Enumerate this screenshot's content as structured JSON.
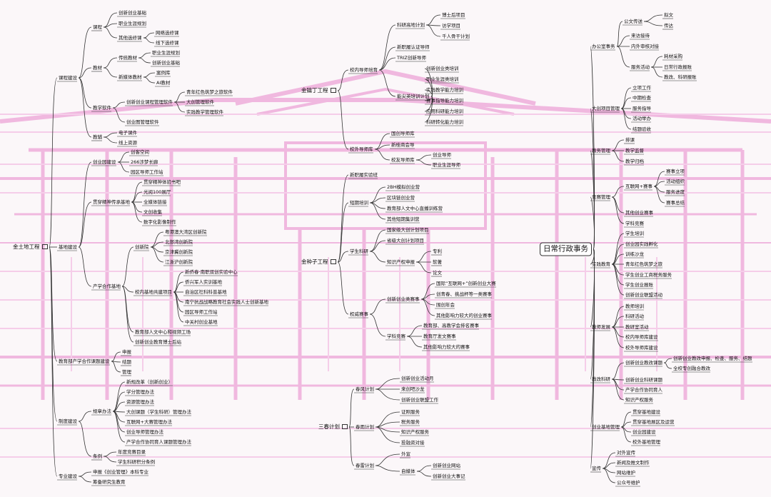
{
  "theme": {
    "line_color": "#333333",
    "watermark_color": "#f0b8df"
  },
  "icon_name": "note-icon",
  "roots": [
    {
      "id": "r1",
      "label": "金土地工程",
      "icon": true
    },
    {
      "id": "r2",
      "label": "金鑰丁工程",
      "icon": true
    },
    {
      "id": "r3",
      "label": "金种子工程",
      "icon": true
    },
    {
      "id": "r4",
      "label": "三春计划",
      "icon": true
    },
    {
      "id": "r5",
      "label": "日常行政事务",
      "box": true
    }
  ],
  "labels": {
    "r1_1": "课程建设",
    "r1_1_1": "课程",
    "r1_1_1_1": "创新创业基础",
    "r1_1_1_2": "职业生涯规划",
    "r1_1_1_3": "其他选修课",
    "r1_1_1_3_1": "网络选修课",
    "r1_1_1_3_2": "线下选修课",
    "r1_1_2": "教材",
    "r1_1_2_1": "传统教材",
    "r1_1_2_1_1": "职业生涯规划",
    "r1_1_2_1_2": "创新创业基础",
    "r1_1_2_2": "新媒体教材",
    "r1_1_2_2_1": "案例库",
    "r1_1_2_2_2": "AI教材",
    "r1_1_3": "教学软件",
    "r1_1_3_1": "创新创业课程管理软件",
    "r1_1_3_1_1": "青年红色筑梦之旅软件",
    "r1_1_3_1_2": "大创管理软件",
    "r1_1_3_1_3": "实践教学管理软件",
    "r1_1_3_2": "创业图管理软件",
    "r1_1_4": "教辅",
    "r1_1_4_1": "电子课件",
    "r1_1_4_2": "线上资源",
    "r1_2": "基地建设",
    "r1_2_1": "创业园建设",
    "r1_2_1_1": "创客空间",
    "r1_2_1_2": "266涉梦长廊",
    "r1_2_1_3": "园区导师工作站",
    "r1_2_2": "贯穿精神传承基地",
    "r1_2_2_1": "贯穿精神体验书吧",
    "r1_2_2_2": "光阅100展厅",
    "r1_2_2_3": "全媒体链接",
    "r1_2_2_4": "文创收集",
    "r1_2_2_5": "数字化影像制作",
    "r1_2_3": "产学合作基地",
    "r1_2_3_1": "创新院",
    "r1_2_3_1_1": "粤港澳大湾区创新院",
    "r1_2_3_1_2": "北部湾创新院",
    "r1_2_3_1_3": "京津冀创新院",
    "r1_2_3_1_4": "江浙沪创新院",
    "r1_2_3_2": "校内基地共建项目",
    "r1_2_3_2_1": "新侨春·南职双创实验中心",
    "r1_2_3_2_2": "侨兴军人实训基地",
    "r1_2_3_2_3": "自治区社科科普基地",
    "r1_2_3_2_4": "南宁抗战战略教育社会实践人士创新基地",
    "r1_2_3_2_5": "园区导师工作站",
    "r1_2_3_2_6": "中关村创业基地",
    "r1_2_3_3": "教育部人文中心和视频工场",
    "r1_2_3_4": "创新创业教育博士后站",
    "r1_3": "教育部产学合作课题建设",
    "r1_3_1": "申报",
    "r1_3_2": "结题",
    "r1_3_3": "管理",
    "r1_4": "制度建设",
    "r1_4_1": "规章办法",
    "r1_4_1_1": "新规改革（创新创业）",
    "r1_4_1_2": "学分管理办法",
    "r1_4_1_3": "资源管理办法",
    "r1_4_1_4": "大创课题（学生科研）管理办法",
    "r1_4_1_5": "互联网+大赛管理办法",
    "r1_4_1_6": "创业导师管理办法",
    "r1_4_1_7": "产学合作协同育人课题管理办法",
    "r1_4_2": "条例",
    "r1_4_2_1": "年度竞赛目录",
    "r1_4_2_2": "学生科研积分条例",
    "r1_5": "专业建设",
    "r1_5_1": "申报《创业管理》本科专业",
    "r1_5_2": "筹备研究生教育",
    "r2_1": "校内导师培育",
    "r2_1_1": "科研高地计划",
    "r2_1_1_1": "博士后项目",
    "r2_1_1_2": "访学项目",
    "r2_1_1_3": "千人骨干计划",
    "r2_1_2": "新职履认证导师",
    "r2_1_3": "TRIZ创新导师",
    "r2_1_4": "能尖英培训计划",
    "r2_1_4_1": "创新创业类培训",
    "r2_1_4_2": "职业生涯类培训",
    "r2_1_4_3": "实践教学能力培训",
    "r2_1_4_4": "赛事指导能力培训",
    "r2_1_4_5": "应用科研能力培训",
    "r2_1_4_6": "科研转化能力培训",
    "r2_2": "校外导师库",
    "r2_2_1": "国创导师库",
    "r2_2_2": "新桂商会导",
    "r2_2_3": "校友导师库",
    "r2_2_3_1": "创业导师",
    "r2_2_3_2": "职业生涯导师",
    "r3_1": "新职履实验班",
    "r3_2": "短期培训",
    "r3_2_1": "2BH模拟创业营",
    "r3_2_2": "区块链创业营",
    "r3_2_3": "教育部人文中心直播训练营",
    "r3_2_4": "其他短期集训营",
    "r3_3": "学生科研",
    "r3_3_1": "国家级大创计划项目",
    "r3_3_2": "省级大创计划项目",
    "r3_3_3": "知识产权申报",
    "r3_3_3_1": "专利",
    "r3_3_3_2": "软著",
    "r3_3_3_3": "论文",
    "r3_4": "权威赛事",
    "r3_4_1": "创新创业类赛事",
    "r3_4_1_1": "国际“互联网+”创新创业大赛",
    "r3_4_1_2": "创青春、挑战杯等一类赛事",
    "r3_4_1_3": "围创年会",
    "r3_4_1_4": "其他影响力较大的创业赛事",
    "r3_4_2": "学科竞赛",
    "r3_4_2_1": "教育部、高教学会排名赛事",
    "r3_4_2_2": "教育厅发文赛事",
    "r3_4_2_3": "其他影响力较大的赛事",
    "r4_1": "春风计划",
    "r4_1_1": "创新创业活动月",
    "r4_1_2": "来创吧沙龙",
    "r4_1_3": "创新创业联盟工作",
    "r4_2": "春雨计划",
    "r4_2_1": "证照服务",
    "r4_2_2": "税务服务",
    "r4_2_3": "知识产权服务",
    "r4_2_4": "投融资对接",
    "r4_3": "春雷计划",
    "r4_3_1": "外宣",
    "r4_3_2": "自媒体",
    "r4_3_2_1": "创新创业网站",
    "r4_3_2_2": "创新创业大事记",
    "r5_1": "办公室事务",
    "r5_1_1": "公文传送",
    "r5_1_1_1": "拟文",
    "r5_1_1_2": "传达",
    "r5_1_2": "来访接待",
    "r5_1_3": "内外审核对接",
    "r5_1_4": "服务活动",
    "r5_1_4_1": "耗材采购",
    "r5_1_4_2": "日常行政报账",
    "r5_1_4_3": "教改、科研报账",
    "r5_2": "大创项目管理",
    "r5_2_1": "立项工作",
    "r5_2_2": "中期检查",
    "r5_2_3": "服务指导",
    "r5_2_4": "活动举办",
    "r5_2_5": "结题验收",
    "r5_3": "教务管理",
    "r5_3_1": "排课",
    "r5_3_2": "教学监督",
    "r5_3_3": "教学归档",
    "r5_4": "竞赛管理",
    "r5_4_1": "互联网+赛事",
    "r5_4_1_1": "赛事立项",
    "r5_4_1_2": "活动组织",
    "r5_4_1_3": "服务进度",
    "r5_4_1_4": "赛事总结",
    "r5_4_2": "其他创业赛事",
    "r5_4_3": "学科竞赛",
    "r5_5": "实践教育",
    "r5_5_1": "学生培训",
    "r5_5_2": "创业园实践孵化",
    "r5_5_3": "训练沙龙",
    "r5_5_4": "青年红色筑梦之旅",
    "r5_5_5": "学生创业工商税务服务",
    "r5_5_6": "学生创业报账",
    "r5_5_7": "创新创业联盟活动",
    "r5_6": "教师发展",
    "r5_6_1": "教师培训",
    "r5_6_2": "科研活动",
    "r5_6_3": "教研室活动",
    "r5_6_4": "校内导师库建设",
    "r5_6_5": "校外导师库建设",
    "r5_7": "教改科研",
    "r5_7_1": "创新创业教改课题",
    "r5_7_1_1": "创新创业教改申报、检查、服务、结题",
    "r5_7_1_2": "全校专创融合教改",
    "r5_7_2": "创新创业科研课题",
    "r5_7_3": "产学合作协同育人",
    "r5_7_4": "知识产权服务",
    "r5_8": "创业基地管理",
    "r5_8_1": "贯穿基地建设",
    "r5_8_2": "贯穿基地展区及运营",
    "r5_8_3": "创业园建设",
    "r5_8_4": "校外基地管理",
    "r5_9": "宣传",
    "r5_9_1": "对外宣传",
    "r5_9_2": "新闻及推文制作",
    "r5_9_3": "网站维护",
    "r5_9_4": "公众号维护"
  }
}
